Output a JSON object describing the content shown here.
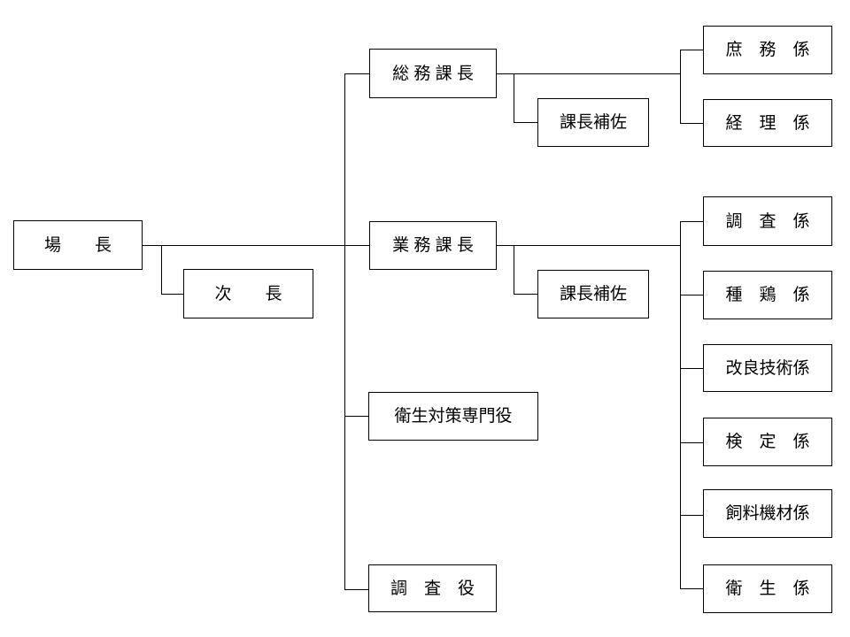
{
  "chart": {
    "type": "org-chart",
    "background": "#ffffff",
    "line_color": "#000000",
    "boxes": [
      {
        "id": "bacho",
        "label": "場　　長"
      },
      {
        "id": "jicho",
        "label": "次　　長"
      },
      {
        "id": "somu-kacho",
        "label": "総 務 課 長"
      },
      {
        "id": "kacho-hosa-1",
        "label": "課長補佐"
      },
      {
        "id": "gyomu-kacho",
        "label": "業 務 課 長"
      },
      {
        "id": "kacho-hosa-2",
        "label": "課長補佐"
      },
      {
        "id": "eisei-senmon",
        "label": "衛生対策専門役"
      },
      {
        "id": "chosa-yaku",
        "label": "調　査　役"
      },
      {
        "id": "shomu-kakari",
        "label": "庶　務　係"
      },
      {
        "id": "keiri-kakari",
        "label": "経　理　係"
      },
      {
        "id": "chosa-kakari",
        "label": "調　査　係"
      },
      {
        "id": "shukei-kakari",
        "label": "種　鶏　係"
      },
      {
        "id": "kairyo-gijutsu-kakari",
        "label": "改良技術係"
      },
      {
        "id": "kentei-kakari",
        "label": "検　定　係"
      },
      {
        "id": "shiryo-kizai-kakari",
        "label": "飼料機材係"
      },
      {
        "id": "eisei-kakari",
        "label": "衛　生　係"
      }
    ],
    "edges": [
      {
        "parent": "場長",
        "child": "次長"
      },
      {
        "parent": "場長",
        "child": "総務課長"
      },
      {
        "parent": "場長",
        "child": "業務課長"
      },
      {
        "parent": "場長",
        "child": "衛生対策専門役"
      },
      {
        "parent": "場長",
        "child": "調査役"
      },
      {
        "parent": "総務課長",
        "child": "課長補佐"
      },
      {
        "parent": "総務課長",
        "child": "庶務係"
      },
      {
        "parent": "総務課長",
        "child": "経理係"
      },
      {
        "parent": "業務課長",
        "child": "課長補佐"
      },
      {
        "parent": "業務課長",
        "child": "調査係"
      },
      {
        "parent": "業務課長",
        "child": "種鶏係"
      },
      {
        "parent": "業務課長",
        "child": "改良技術係"
      },
      {
        "parent": "業務課長",
        "child": "検定係"
      },
      {
        "parent": "業務課長",
        "child": "飼料機材係"
      },
      {
        "parent": "業務課長",
        "child": "衛生係"
      }
    ]
  }
}
